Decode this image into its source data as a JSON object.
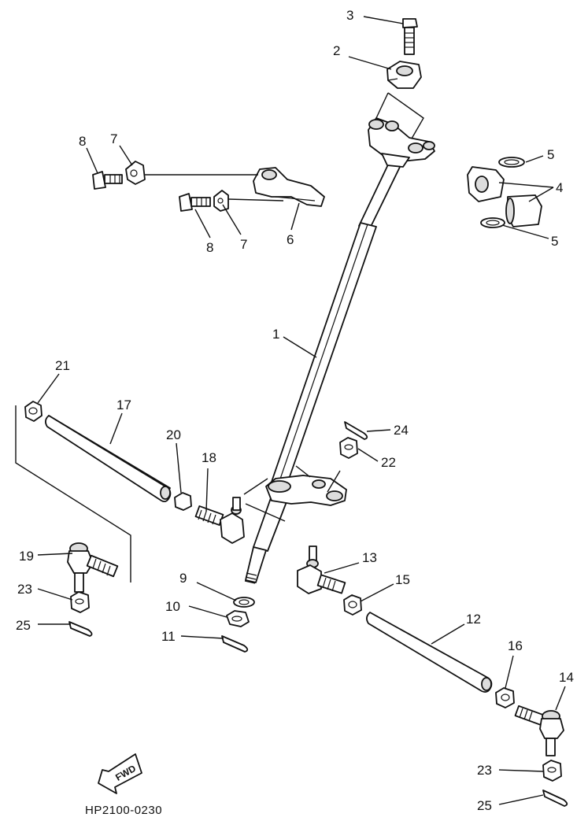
{
  "diagram": {
    "code": "HP2100-0230",
    "fwd_label": "FWD",
    "callouts": [
      {
        "id": "c1",
        "text": "1"
      },
      {
        "id": "c2",
        "text": "2"
      },
      {
        "id": "c3",
        "text": "3"
      },
      {
        "id": "c4",
        "text": "4"
      },
      {
        "id": "c5a",
        "text": "5"
      },
      {
        "id": "c5b",
        "text": "5"
      },
      {
        "id": "c6",
        "text": "6"
      },
      {
        "id": "c7a",
        "text": "7"
      },
      {
        "id": "c7b",
        "text": "7"
      },
      {
        "id": "c8a",
        "text": "8"
      },
      {
        "id": "c8b",
        "text": "8"
      },
      {
        "id": "c9",
        "text": "9"
      },
      {
        "id": "c10",
        "text": "10"
      },
      {
        "id": "c11",
        "text": "11"
      },
      {
        "id": "c12",
        "text": "12"
      },
      {
        "id": "c13",
        "text": "13"
      },
      {
        "id": "c14",
        "text": "14"
      },
      {
        "id": "c15",
        "text": "15"
      },
      {
        "id": "c16",
        "text": "16"
      },
      {
        "id": "c17",
        "text": "17"
      },
      {
        "id": "c18",
        "text": "18"
      },
      {
        "id": "c19",
        "text": "19"
      },
      {
        "id": "c20",
        "text": "20"
      },
      {
        "id": "c21",
        "text": "21"
      },
      {
        "id": "c22",
        "text": "22"
      },
      {
        "id": "c23a",
        "text": "23"
      },
      {
        "id": "c23b",
        "text": "23"
      },
      {
        "id": "c24",
        "text": "24"
      },
      {
        "id": "c25a",
        "text": "25"
      },
      {
        "id": "c25b",
        "text": "25"
      }
    ]
  }
}
